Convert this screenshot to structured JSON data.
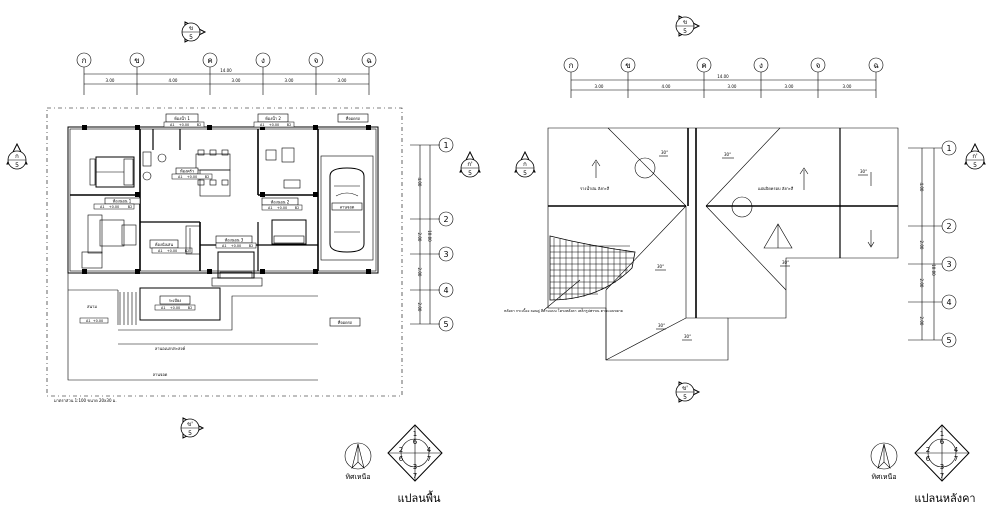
{
  "grid": {
    "columns": [
      "ก",
      "ข",
      "ค",
      "ง",
      "จ",
      "ฉ"
    ],
    "rows": [
      "1",
      "2",
      "3",
      "4",
      "5"
    ]
  },
  "dimensions": {
    "plan_total": "14.00",
    "plan_bays": [
      "3.00",
      "4.00",
      "3.00",
      "3.00",
      "3.00"
    ],
    "plan_side_total": "10.00",
    "plan_side_bays": [
      "4.00",
      "2.00",
      "2.00",
      "2.00"
    ],
    "roof_total": "14.00",
    "roof_bays": [
      "3.00",
      "4.00",
      "3.00",
      "3.00",
      "3.00"
    ],
    "roof_side_total": "10.00",
    "roof_side_bays": [
      "4.00",
      "2.00",
      "2.00",
      "2.00"
    ]
  },
  "section_markers": {
    "top": {
      "letter": "ข",
      "sheet": "5"
    },
    "left": {
      "letter": "ก",
      "sheet": "5"
    },
    "right": {
      "letter": "ก'",
      "sheet": "5"
    },
    "bottom": {
      "letter": "ข'",
      "sheet": "5"
    }
  },
  "floor_plan": {
    "title": "แปลนพื้น",
    "scale_note": "มาตราส่วน  1:100  ขนาด 20x30 ม.",
    "rooms": {
      "bed1": "ห้องนอน 1",
      "bath1": "ห้องน้ำ 1",
      "bath2": "ห้องน้ำ 2",
      "kitchen": "ห้องครัว",
      "bed2": "ห้องนอน 2",
      "bed3": "ห้องนอน 3",
      "living": "ห้องนั่งเล่น",
      "garage": "ที่จอดรถ",
      "porch": "ระเบียง",
      "terrace": "ลานอเนกประสงค์",
      "garden": "สนาม",
      "yard": "ลานจอด"
    },
    "tags": {
      "level": "+0.00",
      "code_a": "A1",
      "code_b": "B2"
    }
  },
  "roof_plan": {
    "title": "แปลนหลังคา",
    "slope_angle": "30°",
    "note_gutter": "รางน้ำฝน สังกะสี",
    "note_ridge": "แผ่นปิดครอบ สังกะสี",
    "note_roof": "หลังคา กระเบื้อง ลอนคู่ สีตามแบบ โครงหลังคา เหล็กรูปพรรณ ตามแบบขยาย"
  },
  "legend": {
    "north_label_1": "ทิศเหนือ",
    "north_label_2": "ทิศเหนือ",
    "key_numbers": [
      "1",
      "2",
      "3",
      "4",
      "5",
      "6",
      "7"
    ]
  }
}
